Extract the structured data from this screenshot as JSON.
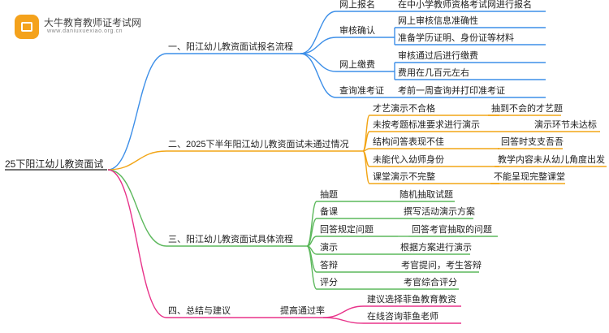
{
  "brand": {
    "name": "大牛教育教师证考试网",
    "url": "www.daniuxuexiao.org.cn"
  },
  "root": "25下阳江幼儿教资面试",
  "branches": [
    {
      "label": "一、阳江幼儿教资面试报名流程",
      "color": "#3d8fe8",
      "children": [
        {
          "label": "网上报名",
          "items": [
            "在中小学教师资格考试网进行报名"
          ]
        },
        {
          "label": "审核确认",
          "items": [
            "网上审核信息准确性",
            "准备学历证明、身份证等材料"
          ]
        },
        {
          "label": "网上缴费",
          "items": [
            "审核通过后进行缴费",
            "费用在几百元左右"
          ]
        },
        {
          "label": "查询准考证",
          "items": [
            "考前一周查询并打印准考证"
          ]
        }
      ]
    },
    {
      "label": "二、2025下半年阳江幼儿教资面试未通过情况",
      "color": "#f2a516",
      "children": [
        {
          "label": "才艺演示不合格",
          "items": [
            "抽到不会的才艺题"
          ]
        },
        {
          "label": "未按考题标准要求进行演示",
          "items": [
            "演示环节未达标"
          ]
        },
        {
          "label": "结构问答表现不佳",
          "items": [
            "回答时支支吾吾"
          ]
        },
        {
          "label": "未能代入幼师身份",
          "items": [
            "教学内容未从幼儿角度出发"
          ]
        },
        {
          "label": "课堂演示不完整",
          "items": [
            "不能呈现完整课堂"
          ]
        }
      ]
    },
    {
      "label": "三、阳江幼儿教资面试具体流程",
      "color": "#5cb85c",
      "children": [
        {
          "label": "抽题",
          "items": [
            "随机抽取试题"
          ]
        },
        {
          "label": "备课",
          "items": [
            "撰写活动演示方案"
          ]
        },
        {
          "label": "回答规定问题",
          "items": [
            "回答考官抽取的问题"
          ]
        },
        {
          "label": "演示",
          "items": [
            "根据方案进行演示"
          ]
        },
        {
          "label": "答辩",
          "items": [
            "考官提问，考生答辩"
          ]
        },
        {
          "label": "评分",
          "items": [
            "考官综合评分"
          ]
        }
      ]
    },
    {
      "label": "四、总结与建议",
      "color": "#e8338a",
      "children": [
        {
          "label": "提高通过率",
          "items": [
            "建议选择菲鱼教育教资",
            "在线咨询菲鱼老师"
          ]
        }
      ]
    }
  ]
}
